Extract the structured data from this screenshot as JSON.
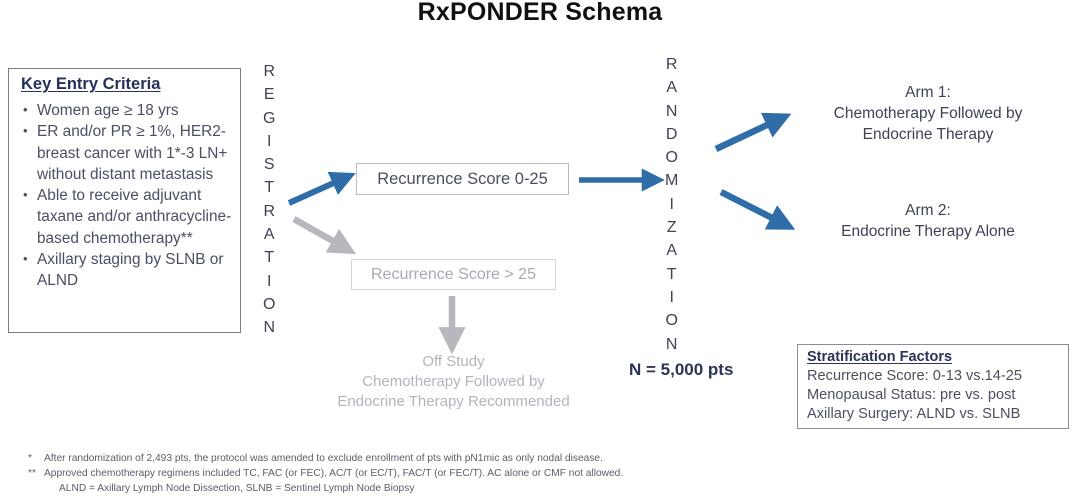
{
  "title": "RxPONDER Schema",
  "criteria": {
    "heading": "Key Entry Criteria",
    "items": [
      "Women age ≥ 18 yrs",
      "ER and/or PR ≥ 1%, HER2- breast cancer with 1*-3 LN+ without distant metastasis",
      "Able to receive adjuvant taxane and/or anthracycline-based chemotherapy**",
      "Axillary staging by SLNB or ALND"
    ]
  },
  "stages": {
    "registration": "REGISTRATION",
    "randomization": "RANDOMIZATION"
  },
  "boxes": {
    "recurrence_low": "Recurrence Score 0-25",
    "recurrence_high": "Recurrence Score > 25"
  },
  "off_study": {
    "line0": "Off Study",
    "line1": "Chemotherapy Followed by",
    "line2": "Endocrine Therapy Recommended"
  },
  "enrollment": "N = 5,000 pts",
  "arms": [
    {
      "label": "Arm 1:",
      "line1": "Chemotherapy Followed by",
      "line2": "Endocrine Therapy"
    },
    {
      "label": "Arm 2:",
      "line1": "Endocrine Therapy Alone",
      "line2": ""
    }
  ],
  "stratification": {
    "heading": "Stratification Factors",
    "lines": [
      "Recurrence Score: 0-13 vs.14-25",
      "Menopausal Status: pre vs. post",
      "Axillary Surgery: ALND vs. SLNB"
    ]
  },
  "footnotes": [
    {
      "mark": "*",
      "text": "After randomization of 2,493 pts, the protocol was amended to exclude enrollment of pts with pN1mic as only nodal disease."
    },
    {
      "mark": "**",
      "text": "Approved chemotherapy regimens included TC, FAC (or FEC), AC/T (or EC/T), FAC/T (or FEC/T). AC alone or CMF not allowed."
    },
    {
      "mark": "",
      "text": "ALND = Axillary Lymph Node Dissection, SLNB = Sentinel Lymph Node Biopsy"
    }
  ],
  "colors": {
    "arrow_blue": "#2e6da8",
    "arrow_gray": "#b6b8bd",
    "heading_navy": "#25315b",
    "body_gray": "#4a4f63",
    "muted_gray": "#b2b5bc"
  }
}
